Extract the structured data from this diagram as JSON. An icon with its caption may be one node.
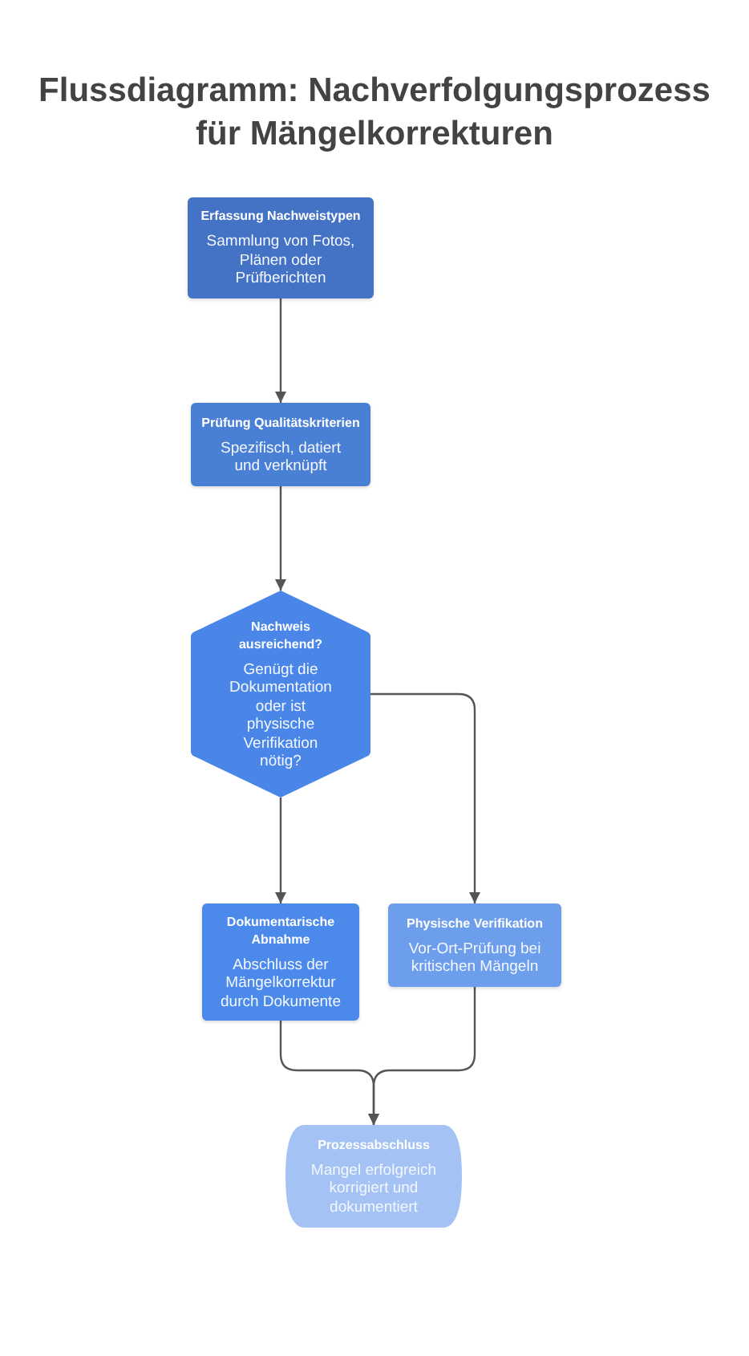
{
  "diagram": {
    "title": "Flussdiagramm: Nachverfolgungsprozess für Mängelkorrekturen",
    "nodes": [
      {
        "text": [
          "Erfassung Nachweistypen",
          "Sammlung von Fotos, Plänen oder Prüfberichten"
        ]
      },
      {
        "text": [
          "Prüfung Qualitätskriterien",
          "Spezifisch, datiert und verknüpft"
        ]
      },
      {
        "text": [
          "Nachweis ausreichend?",
          "Genügt die Dokumentation oder ist physische Verifikation nötig?"
        ]
      },
      {
        "text": [
          "Dokumentarische Abnahme",
          "Abschluss der Mängelkorrektur durch Dokumente"
        ]
      },
      {
        "text": [
          "Physische Verifikation",
          "Vor-Ort-Prüfung bei kritischen Mängeln"
        ]
      },
      {
        "text": [
          "Prozessabschluss",
          "Mangel erfolgreich korrigiert und dokumentiert"
        ]
      }
    ],
    "edges": [
      {
        "from": 0,
        "to": 1,
        "arrow": "to"
      },
      {
        "from": 1,
        "to": 2,
        "arrow": "to"
      },
      {
        "from": 2,
        "to": 3,
        "arrow": "to"
      },
      {
        "from": 2,
        "to": 4,
        "arrow": "to"
      },
      {
        "from": 3,
        "to": 5,
        "arrow": "to"
      },
      {
        "from": 4,
        "to": 5,
        "arrow": "to"
      }
    ]
  }
}
